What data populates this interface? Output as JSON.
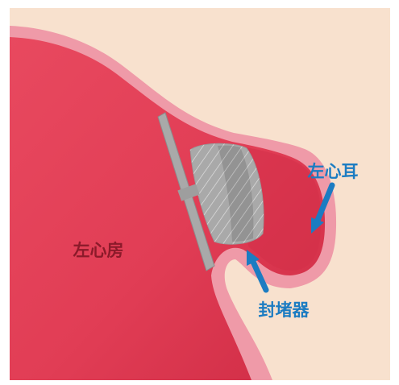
{
  "labels": {
    "left_atrium": "左心房",
    "left_atrial_appendage": "左心耳",
    "occluder": "封堵器"
  },
  "colors": {
    "background": "#f8e1ce",
    "frame": "#ffffff",
    "wall": "#ef9aa8",
    "chamber": "#e13d55",
    "chamber_deep": "#c8243e",
    "device": "#a9a9a9",
    "device_dark": "#8c8c8c",
    "mesh": "#d8d8d8",
    "arrow": "#1c7cc2",
    "label_dark": "#8b1a2a"
  }
}
